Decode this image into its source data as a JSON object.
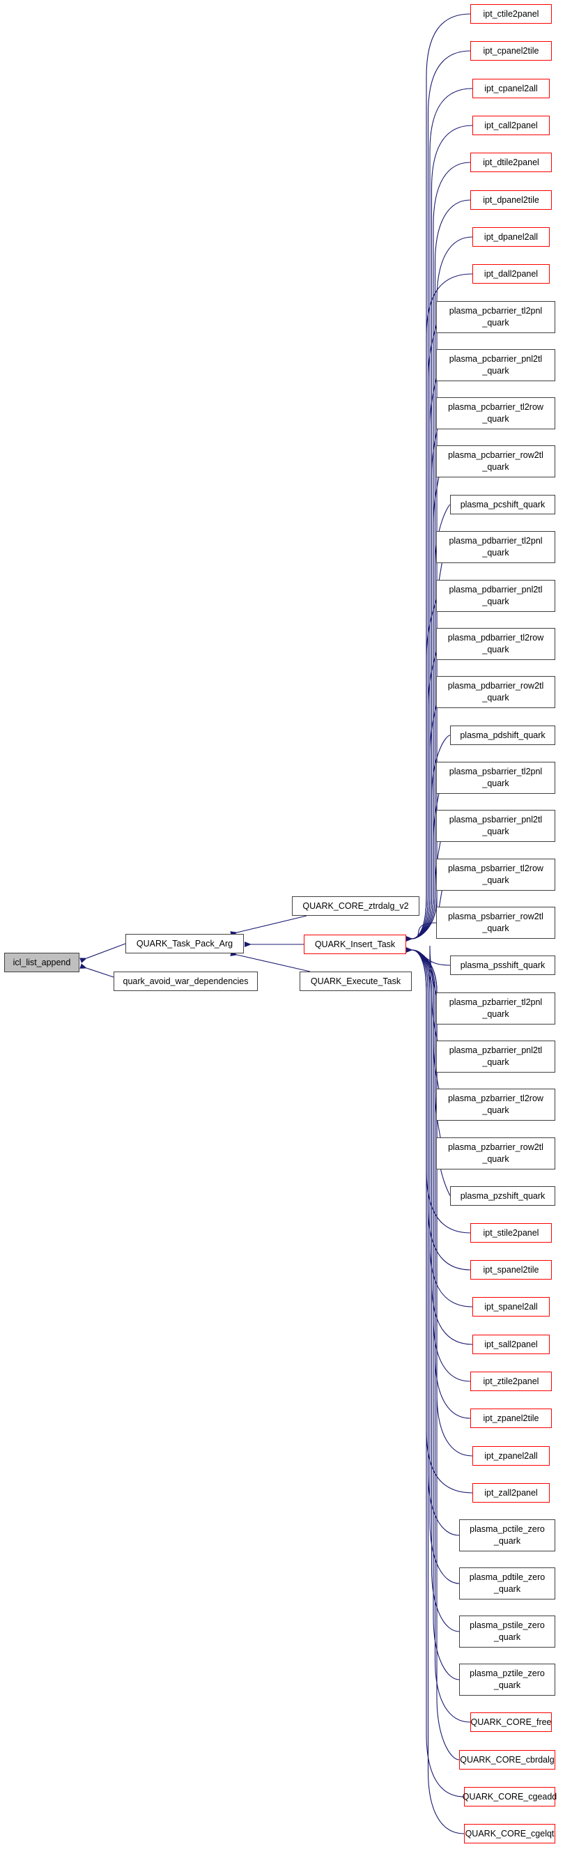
{
  "diagram": {
    "type": "call-graph",
    "direction": "right-to-left",
    "edge_color": "#191970",
    "colors": {
      "linked_border": "#ff0000",
      "plain_border": "#404040",
      "root_fill": "#bfbfbf"
    },
    "root": {
      "id": "icl_list_append",
      "label": "icl_list_append"
    },
    "level1": [
      {
        "id": "QUARK_Task_Pack_Arg",
        "label": "QUARK_Task_Pack_Arg",
        "red": false
      },
      {
        "id": "quark_avoid_war_dependencies",
        "label": "quark_avoid_war_dependencies",
        "red": false
      }
    ],
    "level2": [
      {
        "id": "QUARK_CORE_ztrdalg_v2",
        "label": "QUARK_CORE_ztrdalg_v2",
        "red": false
      },
      {
        "id": "QUARK_Insert_Task",
        "label": "QUARK_Insert_Task",
        "red": true
      },
      {
        "id": "QUARK_Execute_Task",
        "label": "QUARK_Execute_Task",
        "red": false
      }
    ],
    "level3": [
      {
        "label": "ipt_ctile2panel",
        "red": true
      },
      {
        "label": "ipt_cpanel2tile",
        "red": true
      },
      {
        "label": "ipt_cpanel2all",
        "red": true
      },
      {
        "label": "ipt_call2panel",
        "red": true
      },
      {
        "label": "ipt_dtile2panel",
        "red": true
      },
      {
        "label": "ipt_dpanel2tile",
        "red": true
      },
      {
        "label": "ipt_dpanel2all",
        "red": true
      },
      {
        "label": "ipt_dall2panel",
        "red": true
      },
      {
        "label": "plasma_pcbarrier_tl2pnl\n_quark",
        "red": false
      },
      {
        "label": "plasma_pcbarrier_pnl2tl\n_quark",
        "red": false
      },
      {
        "label": "plasma_pcbarrier_tl2row\n_quark",
        "red": false
      },
      {
        "label": "plasma_pcbarrier_row2tl\n_quark",
        "red": false
      },
      {
        "label": "plasma_pcshift_quark",
        "red": false
      },
      {
        "label": "plasma_pdbarrier_tl2pnl\n_quark",
        "red": false
      },
      {
        "label": "plasma_pdbarrier_pnl2tl\n_quark",
        "red": false
      },
      {
        "label": "plasma_pdbarrier_tl2row\n_quark",
        "red": false
      },
      {
        "label": "plasma_pdbarrier_row2tl\n_quark",
        "red": false
      },
      {
        "label": "plasma_pdshift_quark",
        "red": false
      },
      {
        "label": "plasma_psbarrier_tl2pnl\n_quark",
        "red": false
      },
      {
        "label": "plasma_psbarrier_pnl2tl\n_quark",
        "red": false
      },
      {
        "label": "plasma_psbarrier_tl2row\n_quark",
        "red": false
      },
      {
        "label": "plasma_psbarrier_row2tl\n_quark",
        "red": false
      },
      {
        "label": "plasma_psshift_quark",
        "red": false
      },
      {
        "label": "plasma_pzbarrier_tl2pnl\n_quark",
        "red": false
      },
      {
        "label": "plasma_pzbarrier_pnl2tl\n_quark",
        "red": false
      },
      {
        "label": "plasma_pzbarrier_tl2row\n_quark",
        "red": false
      },
      {
        "label": "plasma_pzbarrier_row2tl\n_quark",
        "red": false
      },
      {
        "label": "plasma_pzshift_quark",
        "red": false
      },
      {
        "label": "ipt_stile2panel",
        "red": true
      },
      {
        "label": "ipt_spanel2tile",
        "red": true
      },
      {
        "label": "ipt_spanel2all",
        "red": true
      },
      {
        "label": "ipt_sall2panel",
        "red": true
      },
      {
        "label": "ipt_ztile2panel",
        "red": true
      },
      {
        "label": "ipt_zpanel2tile",
        "red": true
      },
      {
        "label": "ipt_zpanel2all",
        "red": true
      },
      {
        "label": "ipt_zall2panel",
        "red": true
      },
      {
        "label": "plasma_pctile_zero\n_quark",
        "red": false
      },
      {
        "label": "plasma_pdtile_zero\n_quark",
        "red": false
      },
      {
        "label": "plasma_pstile_zero\n_quark",
        "red": false
      },
      {
        "label": "plasma_pztile_zero\n_quark",
        "red": false
      },
      {
        "label": "QUARK_CORE_free",
        "red": true
      },
      {
        "label": "QUARK_CORE_cbrdalg",
        "red": true
      },
      {
        "label": "QUARK_CORE_cgeadd",
        "red": true
      },
      {
        "label": "QUARK_CORE_cgelqt",
        "red": true
      }
    ]
  }
}
